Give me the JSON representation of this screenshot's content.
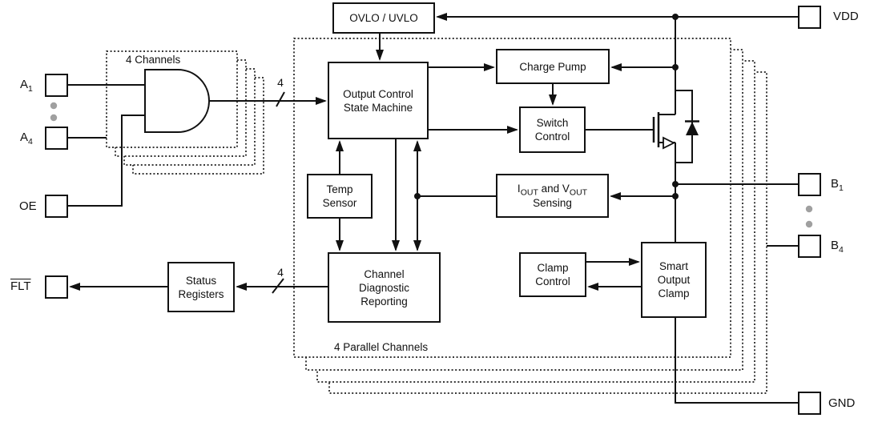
{
  "figure": {
    "type": "block-diagram",
    "background": "#ffffff",
    "line_color": "#111111",
    "gray_dot_color": "#a0a0a0"
  },
  "pins": {
    "a1": {
      "base": "A",
      "sub": "1"
    },
    "a4": {
      "base": "A",
      "sub": "4"
    },
    "oe": {
      "label": "OE"
    },
    "flt": {
      "label": "FLT"
    },
    "vdd": {
      "label": "VDD"
    },
    "b1": {
      "base": "B",
      "sub": "1"
    },
    "b4": {
      "base": "B",
      "sub": "4"
    },
    "gnd": {
      "label": "GND"
    }
  },
  "groups": {
    "channels": "4 Channels",
    "parallel_channels": "4 Parallel Channels"
  },
  "bus_labels": {
    "and_to_ocsm": "4",
    "cdr_to_status": "4"
  },
  "blocks": {
    "ovlo": {
      "label": "OVLO / UVLO"
    },
    "ocsm": {
      "label": "Output Control\nState Machine"
    },
    "charge_pump": {
      "label": "Charge Pump"
    },
    "switch_control": {
      "label": "Switch\nControl"
    },
    "temp_sensor": {
      "label": "Temp\nSensor"
    },
    "sensing": {
      "i": "I",
      "i_sub": "OUT",
      "mid": " and ",
      "v": "V",
      "v_sub": "OUT",
      "line2": "Sensing"
    },
    "cdr": {
      "label": "Channel\nDiagnostic\nReporting"
    },
    "status_registers": {
      "label": "Status\nRegisters"
    },
    "clamp_control": {
      "label": "Clamp\nControl"
    },
    "smart_output_clamp": {
      "label": "Smart\nOutput\nClamp"
    }
  }
}
